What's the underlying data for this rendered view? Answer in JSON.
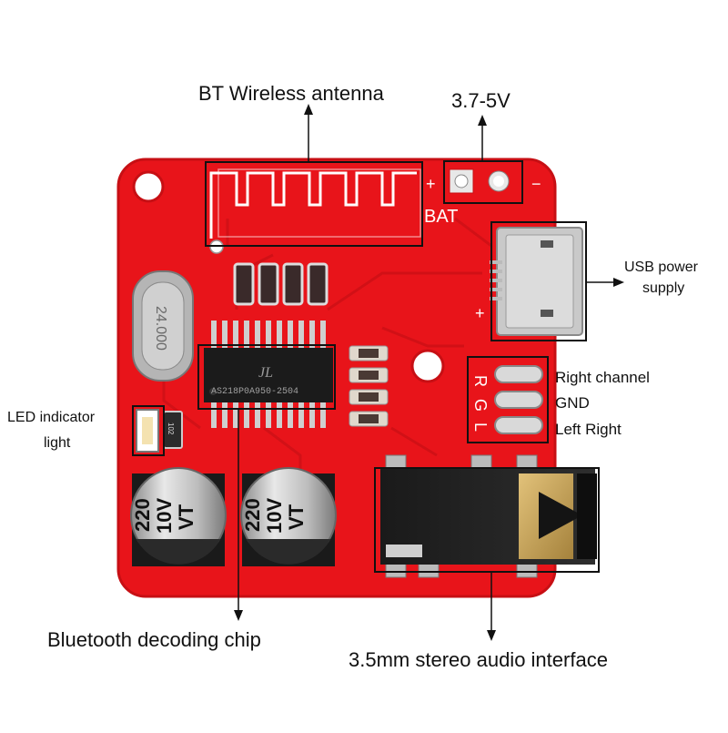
{
  "labels": {
    "antenna": "BT Wireless antenna",
    "voltage": "3.7-5V",
    "usb_line1": "USB power",
    "usb_line2": "supply",
    "right_channel": "Right channel",
    "gnd": "GND",
    "left_right": "Left Right",
    "led_line1": "LED indicator",
    "led_line2": "light",
    "chip": "Bluetooth decoding chip",
    "audio": "3.5mm stereo audio interface"
  },
  "board_text": {
    "bat": "BAT",
    "plus": "+",
    "minus": "−",
    "usb_plus": "+",
    "crystal": "24.000",
    "chip_marking": "AS218P0A950-2504",
    "chip_logo": "JL",
    "pin_r": "R",
    "pin_g": "G",
    "pin_l": "L",
    "led_code": "102",
    "cap1_line1": "220",
    "cap1_line2": "10V",
    "cap1_line3": "VT",
    "cap2_line1": "220",
    "cap2_line2": "10V",
    "cap2_line3": "VT"
  },
  "colors": {
    "board": "#e8141a",
    "board_dark": "#c70f14",
    "silk": "#ffffff",
    "frame": "#111111"
  }
}
